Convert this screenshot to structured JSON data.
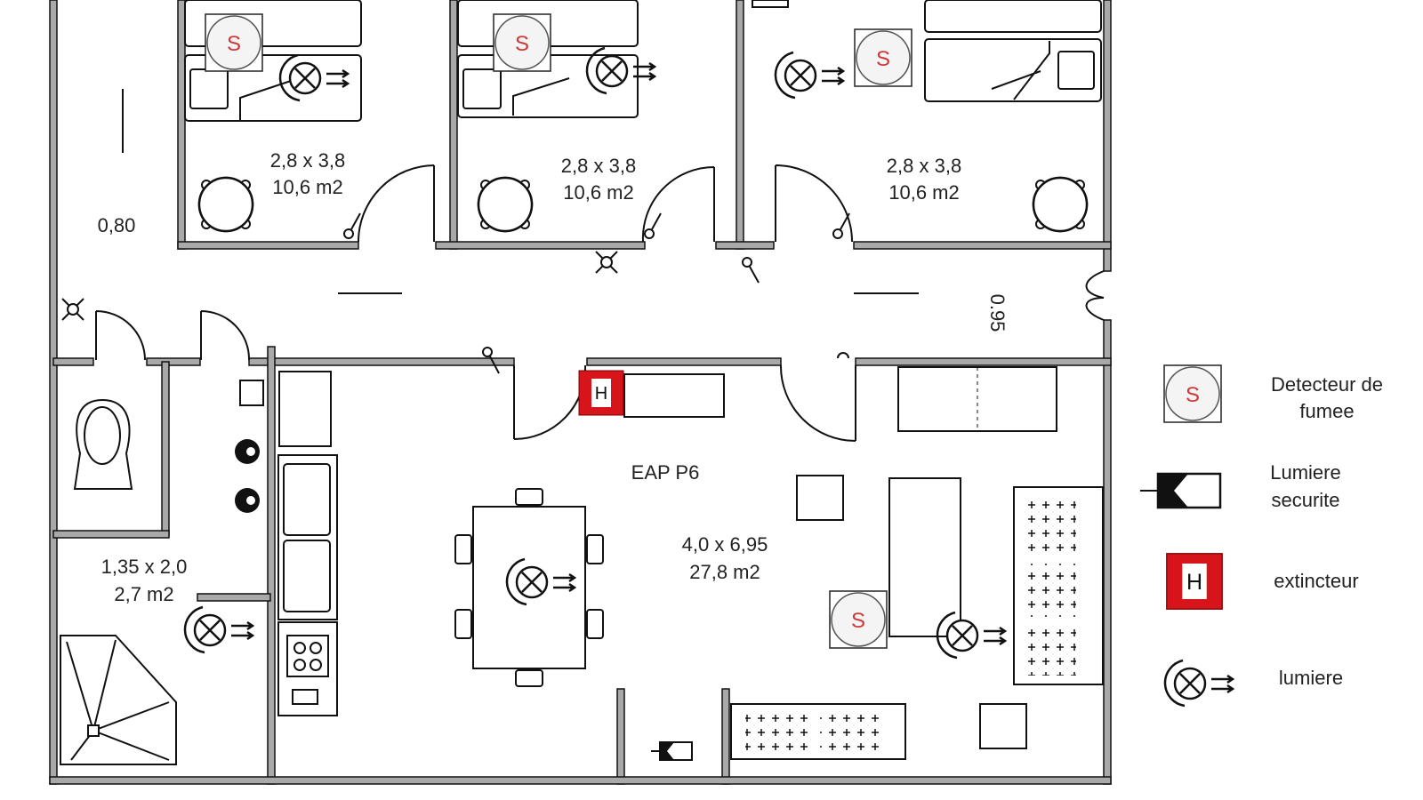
{
  "plan": {
    "room_label": "EAP P6",
    "bedrooms": [
      {
        "size": "2,8 x 3,8",
        "area": "10,6 m2"
      },
      {
        "size": "2,8 x 3,8",
        "area": "10,6 m2"
      },
      {
        "size": "2,8 x 3,8",
        "area": "10,6 m2"
      }
    ],
    "living": {
      "size": "4,0 x 6,95",
      "area": "27,8 m2"
    },
    "bathroom": {
      "size": "1,35 x 2,0",
      "area": "2,7 m2"
    },
    "dim_corridor_left": "0,80",
    "dim_corridor_right": "0.95",
    "smoke_symbol_letter": "S",
    "extinguisher_letter": "H"
  },
  "legend": {
    "smoke_detector": {
      "line1": "Detecteur de",
      "line2": "fumee"
    },
    "safety_light": {
      "line1": "Lumiere",
      "line2": "securite"
    },
    "extinguisher": {
      "label": "extincteur"
    },
    "light": {
      "label": "lumiere"
    }
  },
  "colors": {
    "wall": "#a9a9a9",
    "extinguisher": "#d7141a",
    "smoke_letter": "#d03838"
  }
}
